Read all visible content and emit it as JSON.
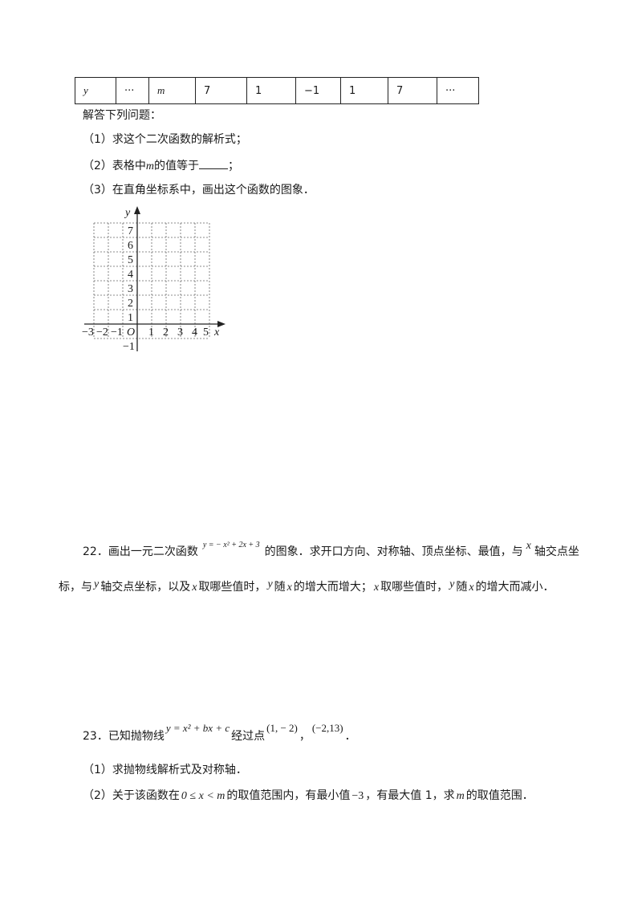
{
  "table": {
    "cells": [
      "y",
      "···",
      "m",
      "7",
      "1",
      "−1",
      "1",
      "7",
      "···"
    ]
  },
  "intro": "解答下列问题：",
  "q21": {
    "p1": "（1）求这个二次函数的解析式；",
    "p2_pre": "（2）表格中",
    "p2_var": "m",
    "p2_post": "的值等于",
    "p2_end": "；",
    "p3": "（3）在直角坐标系中，画出这个函数的图象．"
  },
  "graph": {
    "y_axis_label": "y",
    "x_axis_label": "x",
    "origin": "O",
    "y_ticks": [
      "7",
      "6",
      "5",
      "4",
      "3",
      "2",
      "1",
      "−1"
    ],
    "x_ticks_neg": [
      "−3",
      "−2",
      "−1"
    ],
    "x_ticks_pos": [
      "1",
      "2",
      "3",
      "4",
      "5"
    ]
  },
  "q22": {
    "num": "22．",
    "a": "画出一元二次函数",
    "formula": "y = − x² + 2x + 3",
    "b": "的图象．求开口方向、对称轴、顶点坐标、最值，与",
    "x1": "x",
    "c": "轴交点坐",
    "d": "标，与",
    "y1": "y",
    "e": "轴交点坐标，以及",
    "x2": "x",
    "f": "取哪些值时，",
    "y2": "y",
    "g": "随",
    "x3": "x",
    "h": "的增大而增大；",
    "x4": "x",
    "i": "取哪些值时，",
    "y3": "y",
    "j": "随",
    "x5": "x",
    "k": "的增大而减小．"
  },
  "q23": {
    "num": "23．",
    "a": "已知抛物线",
    "formula": "y = x² + bx + c",
    "b": "经过点",
    "pt1": "(1, − 2)",
    "sep": "，",
    "pt2": "(−2,13)",
    "end": "．",
    "p1": "（1）求抛物线解析式及对称轴．",
    "p2_a": "（2）关于该函数在",
    "p2_range": "0 ≤ x < m",
    "p2_b": "的取值范围内，有最小值",
    "p2_min": "−3",
    "p2_c": "，有最大值 1，求",
    "p2_m": "m",
    "p2_d": "的取值范围．"
  }
}
